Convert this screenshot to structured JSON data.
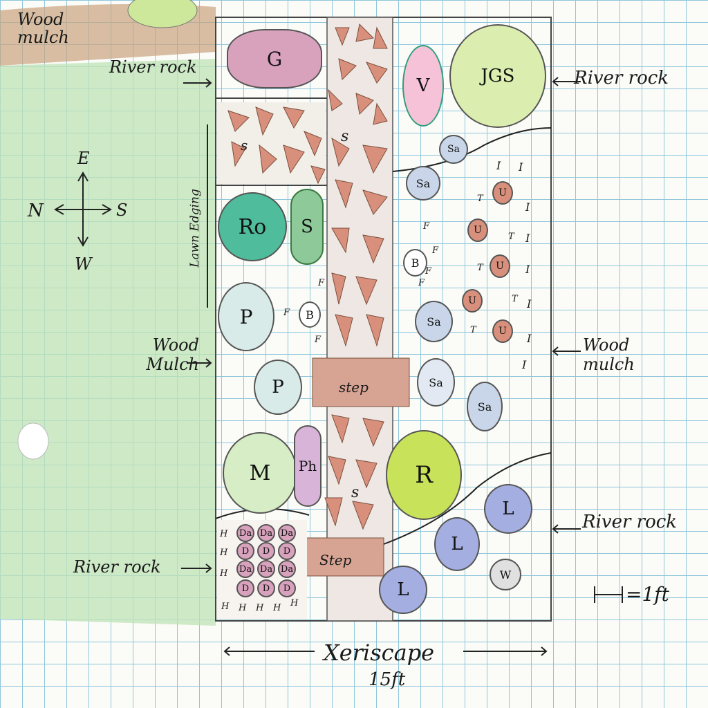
{
  "labels": {
    "wood_mulch_top": "Wood mulch",
    "river_rock_top_left": "River rock",
    "river_rock_top_right": "River rock",
    "lawn_edging": "Lawn Edging",
    "wood_mulch_left": "Wood Mulch",
    "wood_mulch_right": "Wood mulch",
    "river_rock_bottom_left": "River rock",
    "river_rock_right_bottom": "River rock",
    "xeriscape": "Xeriscape",
    "width": "15ft",
    "scale": "=1ft",
    "step_upper": "step",
    "step_lower": "Step"
  },
  "compass": {
    "north": "N",
    "east": "E",
    "south": "S",
    "west": "W"
  },
  "plants": {
    "g": "G",
    "s_left": "s",
    "s_mid": "S",
    "s_path": "s",
    "s_lower": "s",
    "ro": "Ro",
    "p1": "P",
    "p2": "P",
    "b1": "B",
    "b2": "B",
    "m": "M",
    "ph": "Ph",
    "v": "V",
    "jgs": "JGS",
    "sa": "Sa",
    "r": "R",
    "l": "L",
    "w": "W",
    "f": "F",
    "u": "U",
    "t": "T",
    "i": "I",
    "h": "H",
    "da": "Da",
    "d": "D"
  },
  "colors": {
    "lawn": "#b9dfb0",
    "mulch": "#c9a27e",
    "grid": "#8ec6dc",
    "pink": "#d98fb2",
    "teal": "#3fb38f",
    "blue_purple": "#9fa6dc",
    "lime": "#c8e35a"
  }
}
